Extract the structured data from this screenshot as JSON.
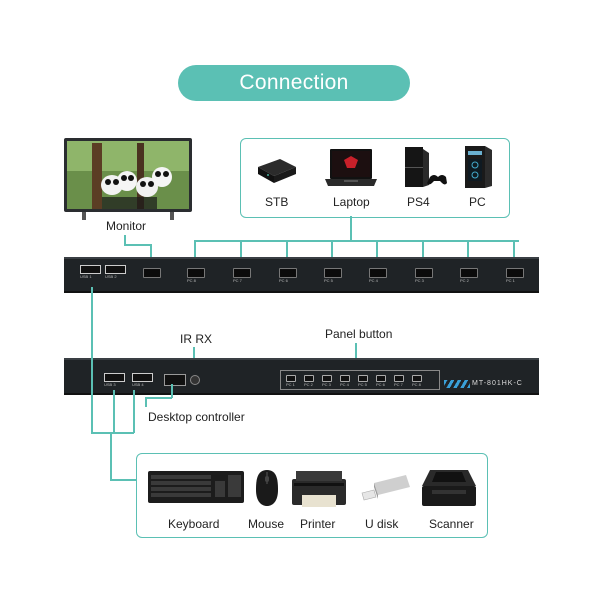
{
  "title": "Connection",
  "labels": {
    "monitor": "Monitor",
    "ir_rx": "IR RX",
    "panel_button": "Panel button",
    "desktop_controller": "Desktop controller",
    "model": "MT-801HK-C"
  },
  "sources": [
    {
      "label": "STB",
      "icon": "stb-icon"
    },
    {
      "label": "Laptop",
      "icon": "laptop-icon"
    },
    {
      "label": "PS4",
      "icon": "ps4-icon"
    },
    {
      "label": "PC",
      "icon": "pc-tower-icon"
    }
  ],
  "peripherals": [
    {
      "label": "Keyboard",
      "icon": "keyboard-icon"
    },
    {
      "label": "Mouse",
      "icon": "mouse-icon"
    },
    {
      "label": "Printer",
      "icon": "printer-icon"
    },
    {
      "label": "U disk",
      "icon": "usb-disk-icon"
    },
    {
      "label": "Scanner",
      "icon": "scanner-icon"
    }
  ],
  "rear_ports": {
    "usb": [
      "USB 1",
      "USB 2"
    ],
    "hdmi_inputs": [
      "PC 8",
      "PC 7",
      "PC 6",
      "PC 5",
      "PC 4",
      "PC 3",
      "PC 2",
      "PC 1"
    ]
  },
  "front_ports": {
    "usb": [
      "USB 3",
      "USB 4"
    ],
    "panel_buttons": [
      "PC 1",
      "PC 2",
      "PC 3",
      "PC 4",
      "PC 5",
      "PC 6",
      "PC 7",
      "PC 8"
    ]
  },
  "colors": {
    "accent": "#5bc0b4",
    "unit_body": "#1f2326"
  }
}
